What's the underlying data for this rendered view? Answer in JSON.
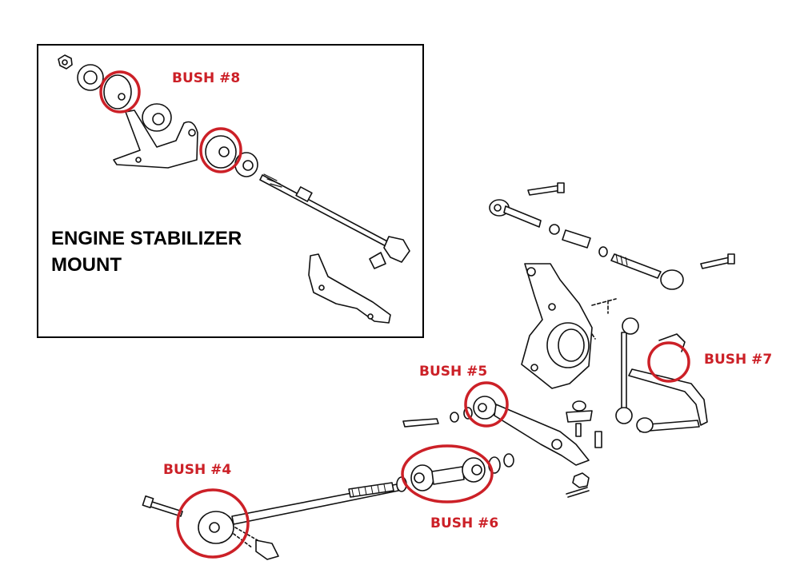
{
  "inset": {
    "title_line1": "ENGINE STABILIZER",
    "title_line2": "MOUNT"
  },
  "labels": {
    "bush8": "BUSH #8",
    "bush7": "BUSH #7",
    "bush5": "BUSH #5",
    "bush4": "BUSH #4",
    "bush6": "BUSH #6"
  },
  "colors": {
    "highlight": "#cc2027",
    "line": "#111111",
    "frame": "#000000"
  }
}
